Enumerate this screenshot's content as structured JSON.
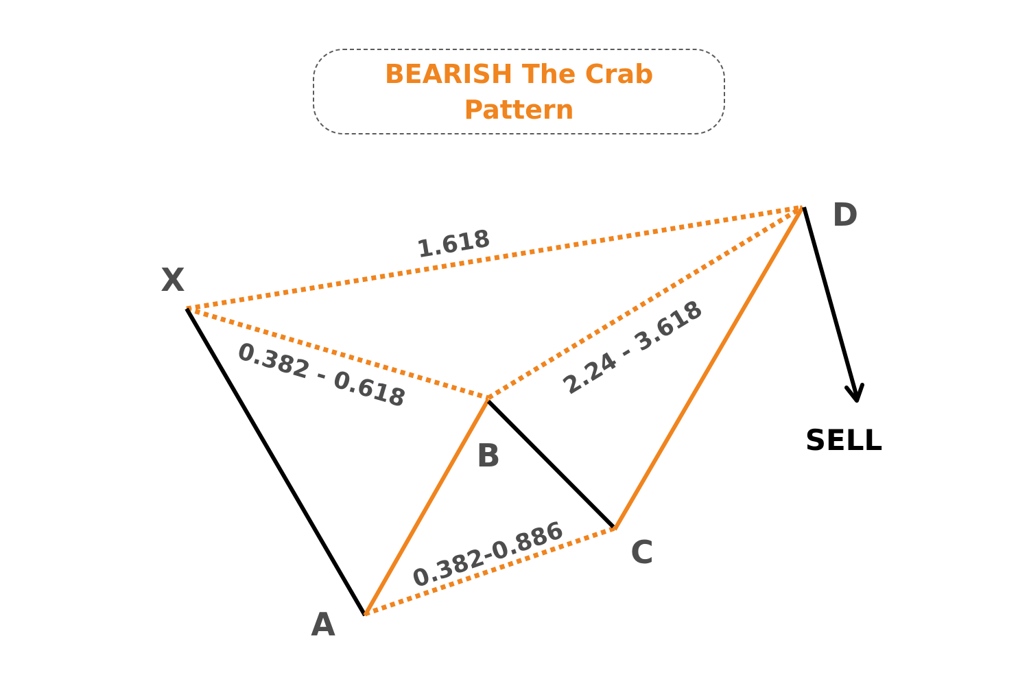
{
  "title": {
    "line1": "BEARISH The Crab",
    "line2": "Pattern"
  },
  "points": {
    "x": "X",
    "a": "A",
    "b": "B",
    "c": "C",
    "d": "D"
  },
  "ratios": {
    "xd": "1.618",
    "xb": "0.382 - 0.618",
    "bd": "2.24 - 3.618",
    "ac": "0.382-0.886"
  },
  "action": "SELL",
  "colors": {
    "accent": "#f0841e",
    "leg_dark": "#000000",
    "label": "#4d4d4d",
    "frame": "#5a5a5a"
  }
}
